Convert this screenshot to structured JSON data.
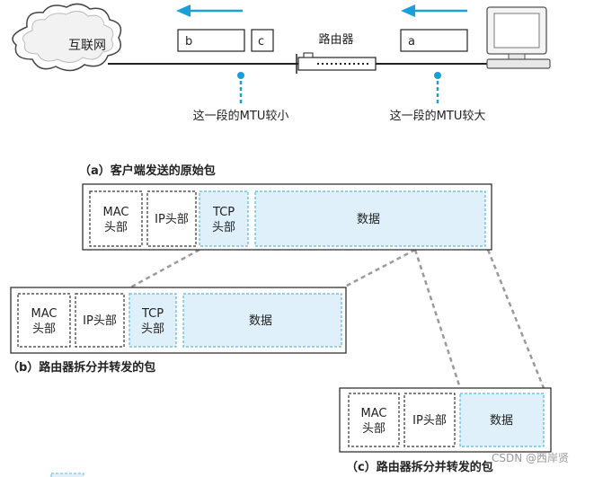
{
  "top": {
    "cloud_label": "互联网",
    "router_label": "路由器",
    "packet_b": "b",
    "packet_c": "c",
    "packet_a": "a",
    "mtu_small": "这一段的MTU较小",
    "mtu_large": "这一段的MTU较大"
  },
  "sections": {
    "a": {
      "caption": "（a）客户端发送的原始包",
      "mac_line1": "MAC",
      "mac_line2": "头部",
      "ip": "IP头部",
      "tcp_line1": "TCP",
      "tcp_line2": "头部",
      "data": "数据"
    },
    "b": {
      "caption": "（b）路由器拆分并转发的包",
      "mac_line1": "MAC",
      "mac_line2": "头部",
      "ip": "IP头部",
      "tcp_line1": "TCP",
      "tcp_line2": "头部",
      "data": "数据"
    },
    "c": {
      "caption": "（c）路由器拆分并转发的包",
      "mac_line1": "MAC",
      "mac_line2": "头部",
      "ip": "IP头部",
      "data": "数据"
    }
  },
  "watermark": "CSDN @西岸贤",
  "colors": {
    "arrow": "#1a9fd8",
    "data_fill": "#dff0fa",
    "data_stroke": "#5bb8de",
    "connector": "#9a9a9a"
  }
}
